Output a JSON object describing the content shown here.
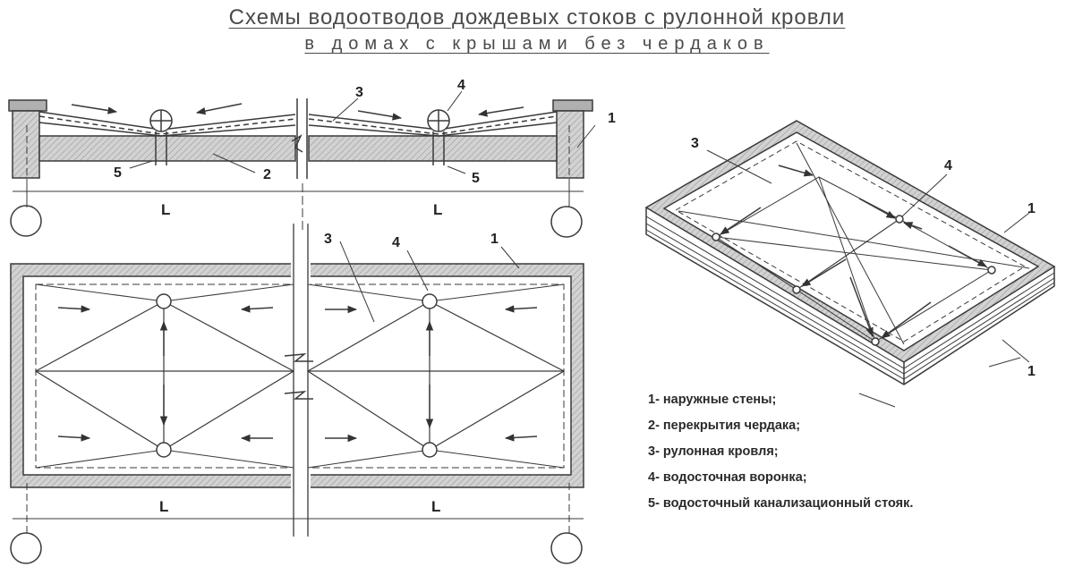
{
  "title": {
    "line1": "Схемы водоотводов дождевых стоков с рулонной кровли",
    "line2": "в домах с крышами без чердаков"
  },
  "section_labels": {
    "L": "L",
    "n1": "1",
    "n2": "2",
    "n3": "3",
    "n4": "4",
    "n5": "5"
  },
  "legend": [
    "1- наружные стены;",
    "2- перекрытия чердака;",
    "3- рулонная кровля;",
    "4- водосточная воронка;",
    "5- водосточный канализационный стояк."
  ],
  "colors": {
    "line": "#3a3a3a",
    "hatch_fill": "#c8c8c8",
    "title_text": "#4a4a4a"
  }
}
